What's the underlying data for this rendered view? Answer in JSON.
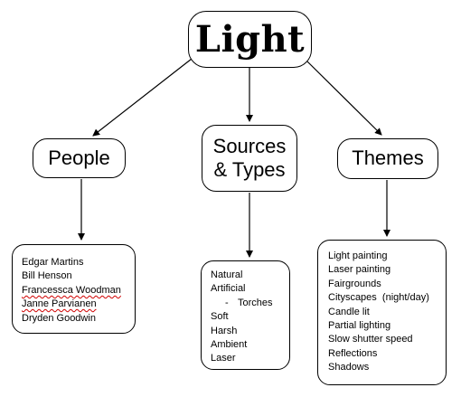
{
  "title": "Light",
  "categories": {
    "people": "People",
    "sources_line1": "Sources",
    "sources_line2": "& Types",
    "themes": "Themes"
  },
  "people": [
    "Edgar Martins",
    "Bill Henson",
    "Francessca Woodman",
    "Janne Parvianen",
    "Dryden Goodwin"
  ],
  "sources": {
    "items_top": [
      "Natural",
      "Artificial"
    ],
    "sub_item": {
      "marker": "-",
      "label": "Torches"
    },
    "items_bottom": [
      "Soft",
      "Harsh",
      "Ambient",
      "Laser"
    ]
  },
  "themes": [
    "Light painting",
    "Laser painting",
    "Fairgrounds",
    "Cityscapes  (night/day)",
    "Candle lit",
    "Partial lighting",
    "Slow shutter speed",
    "Reflections",
    "Shadows"
  ]
}
